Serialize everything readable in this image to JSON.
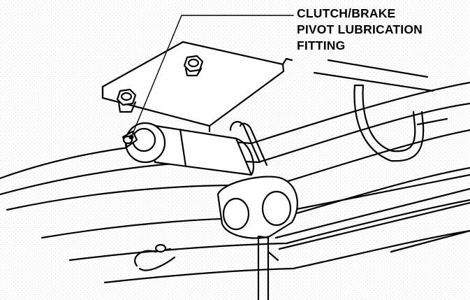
{
  "callout": {
    "lines": [
      "CLUTCH/BRAKE",
      "PIVOT LUBRICATION",
      "FITTING"
    ]
  }
}
